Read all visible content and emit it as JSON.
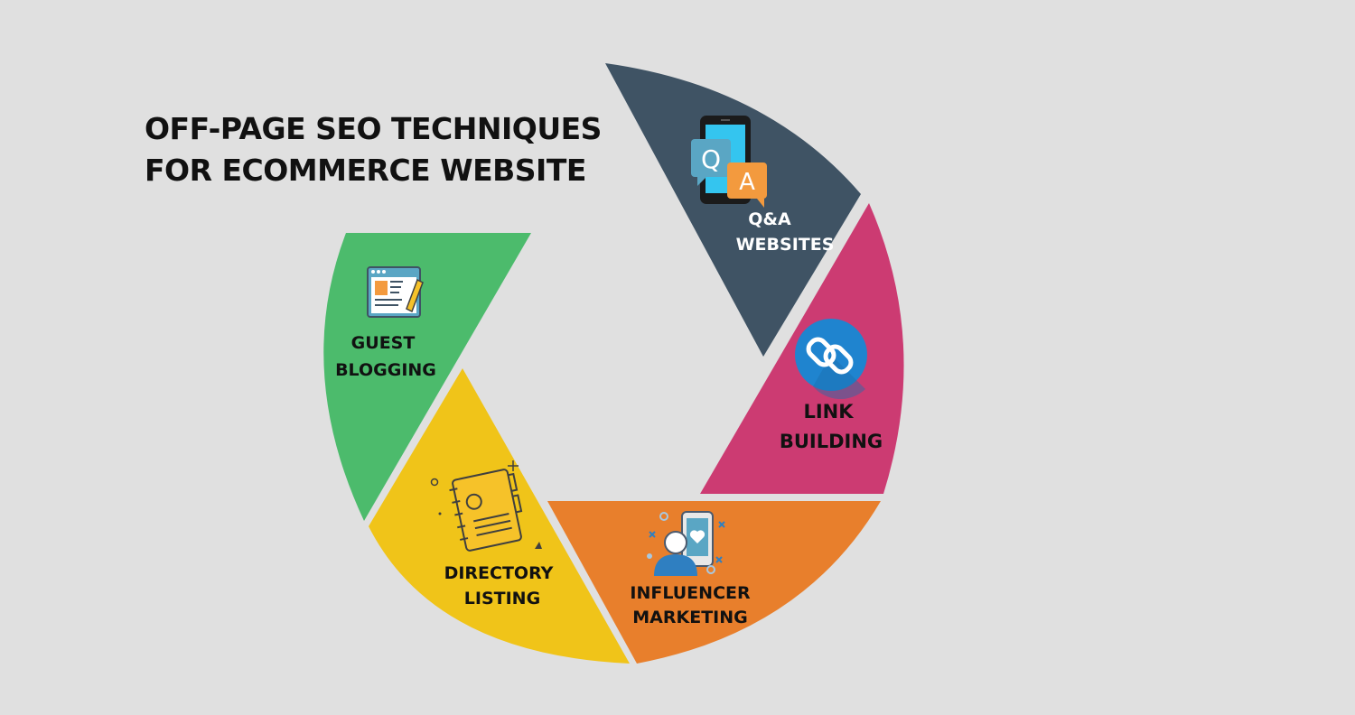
{
  "title": {
    "line1": "OFF-PAGE SEO TECHNIQUES",
    "line2": "FOR ECOMMERCE WEBSITE"
  },
  "segments": [
    {
      "id": "qa",
      "line1": "Q&A",
      "line2": "WEBSITES",
      "color": "#3f5364",
      "text_color": "#ffffff",
      "icon": "qa-phone-icon",
      "icon_letters": [
        "Q",
        "A"
      ]
    },
    {
      "id": "link",
      "line1": "LINK",
      "line2": "BUILDING",
      "color": "#cc3b72",
      "text_color": "#111111",
      "icon": "chain-link-icon"
    },
    {
      "id": "influencer",
      "line1": "INFLUENCER",
      "line2": "MARKETING",
      "color": "#e87f2c",
      "text_color": "#111111",
      "icon": "influencer-phone-icon"
    },
    {
      "id": "directory",
      "line1": "DIRECTORY",
      "line2": "LISTING",
      "color": "#f0c419",
      "text_color": "#111111",
      "icon": "address-book-icon"
    },
    {
      "id": "guest",
      "line1": "GUEST",
      "line2": "BLOGGING",
      "color": "#4cbb6c",
      "text_color": "#111111",
      "icon": "blog-page-icon"
    }
  ]
}
